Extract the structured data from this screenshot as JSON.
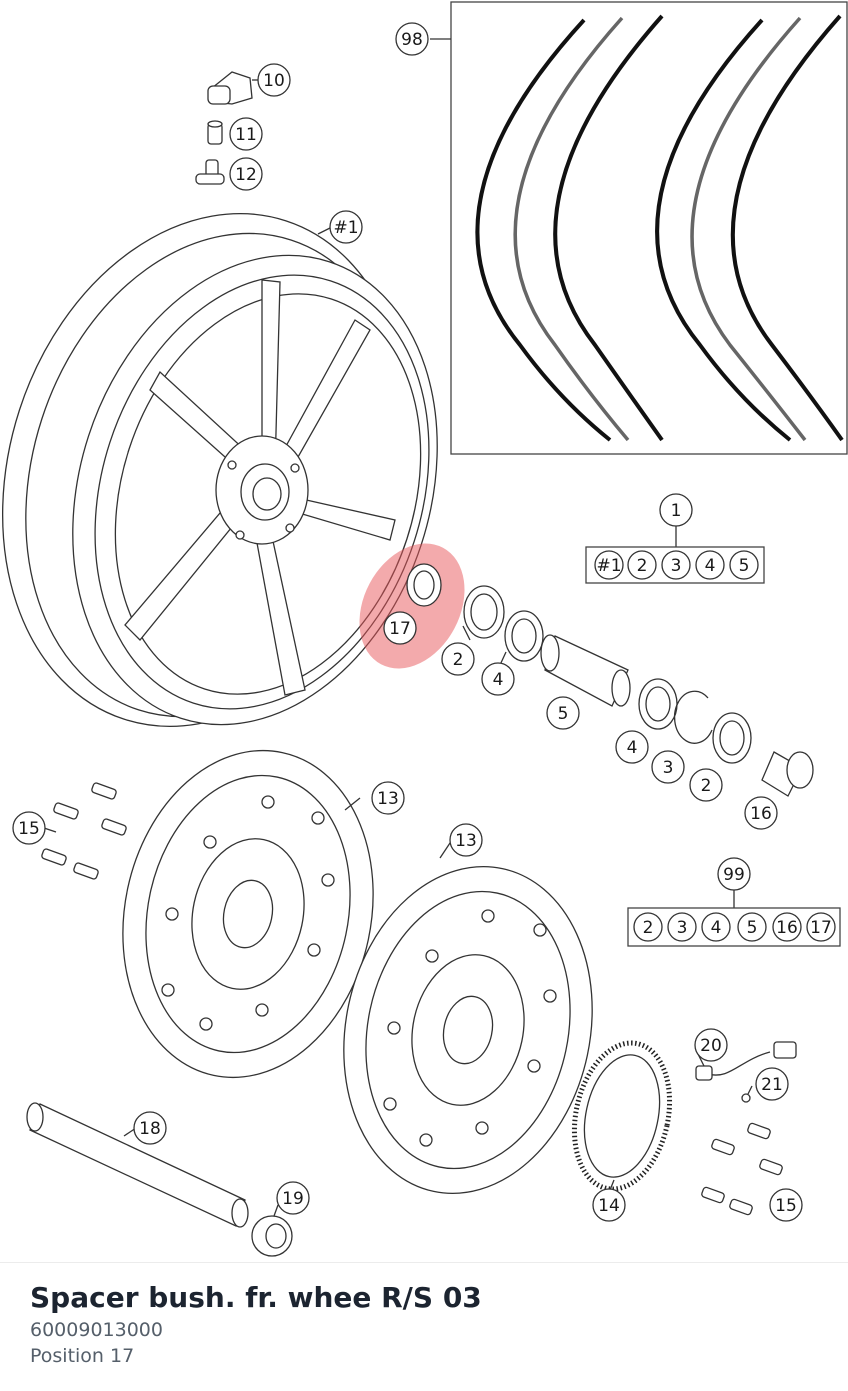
{
  "part": {
    "title": "Spacer bush. fr. whee R/S 03",
    "number": "60009013000",
    "position": "Position 17"
  },
  "callouts": {
    "c98": "98",
    "c10": "10",
    "c11": "11",
    "c12": "12",
    "c1w": "#1",
    "c1": "1",
    "c17": "17",
    "c2a": "2",
    "c4a": "4",
    "c5a": "5",
    "c4b": "4",
    "c3a": "3",
    "c2b": "2",
    "c16": "16",
    "c13a": "13",
    "c13b": "13",
    "c15a": "15",
    "c99": "99",
    "c20": "20",
    "c21": "21",
    "c18": "18",
    "c19": "19",
    "c14": "14",
    "c15b": "15"
  },
  "kit1": {
    "a": "#1",
    "b": "2",
    "c": "3",
    "d": "4",
    "e": "5"
  },
  "kit99": {
    "a": "2",
    "b": "3",
    "c": "4",
    "d": "5",
    "e": "16",
    "f": "17"
  },
  "colors": {
    "highlight": "#e8555a",
    "ink": "#333333",
    "title": "#1c2430",
    "muted": "#555f6a"
  }
}
